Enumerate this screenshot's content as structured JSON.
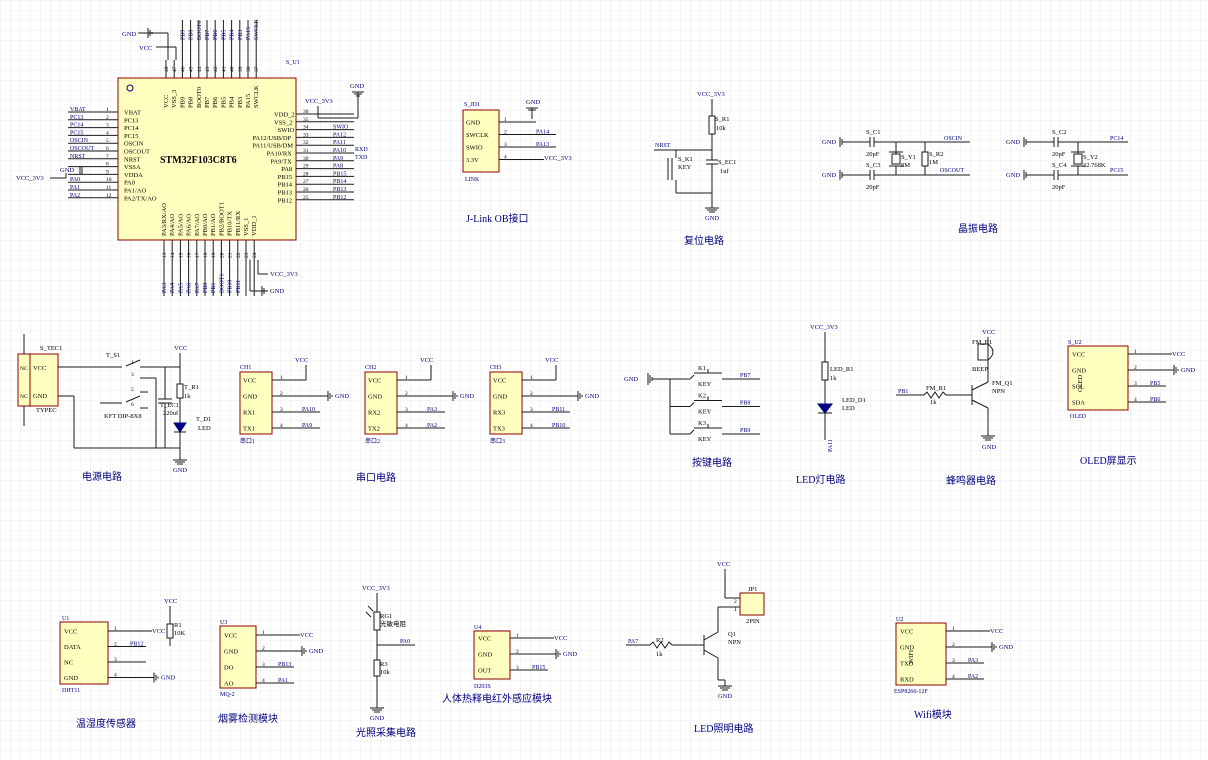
{
  "colors": {
    "grid": "#dadada",
    "wire": "#1a1a1a",
    "component_fill": "#ffffc0",
    "component_border": "#8b0000",
    "net_label": "#000080",
    "caption": "#000080"
  },
  "power": {
    "gnd": "GND",
    "vcc": "VCC",
    "vcc33": "VCC_3V3"
  },
  "mcu": {
    "ref": "S_U1",
    "part": "STM32F103C8T6",
    "left_pins": [
      {
        "n": "1",
        "name": "VBAT",
        "net": "VBAT"
      },
      {
        "n": "2",
        "name": "PC13",
        "net": "PC13"
      },
      {
        "n": "3",
        "name": "PC14",
        "net": "PC14"
      },
      {
        "n": "4",
        "name": "PC15",
        "net": "PC15"
      },
      {
        "n": "5",
        "name": "OSCIN",
        "net": "OSCIN"
      },
      {
        "n": "6",
        "name": "OSCOUT",
        "net": "OSCOUT"
      },
      {
        "n": "7",
        "name": "NRST",
        "net": "NRST"
      },
      {
        "n": "8",
        "name": "VSSA",
        "net": "GND"
      },
      {
        "n": "9",
        "name": "VDDA",
        "net": "VCC_3V3"
      },
      {
        "n": "10",
        "name": "PA0",
        "net": "PA0"
      },
      {
        "n": "11",
        "name": "PA1/AO",
        "net": "PA1"
      },
      {
        "n": "12",
        "name": "PA2/TX/AO",
        "net": "PA2"
      }
    ],
    "right_pins": [
      {
        "n": "36",
        "name": "VDD_2",
        "net": "VCC_3V3"
      },
      {
        "n": "35",
        "name": "VSS_2",
        "net": ""
      },
      {
        "n": "34",
        "name": "SWIO",
        "net": "SWIO"
      },
      {
        "n": "33",
        "name": "PA12/USB/DP",
        "net": "PA12"
      },
      {
        "n": "32",
        "name": "PA11/USB/DM",
        "net": "PA11"
      },
      {
        "n": "31",
        "name": "PA10/RX",
        "net": "PA10"
      },
      {
        "n": "30",
        "name": "PA9/TX",
        "net": "PA9"
      },
      {
        "n": "29",
        "name": "PA8",
        "net": "PA8"
      },
      {
        "n": "28",
        "name": "PB15",
        "net": "PB15"
      },
      {
        "n": "27",
        "name": "PB14",
        "net": "PB14"
      },
      {
        "n": "26",
        "name": "PB13",
        "net": "PB13"
      },
      {
        "n": "25",
        "name": "PB12",
        "net": "PB12"
      }
    ],
    "right_extra": [
      "RXD",
      "TXD"
    ],
    "top_pins": [
      {
        "n": "48",
        "name": "VCC",
        "net": ""
      },
      {
        "n": "47",
        "name": "VSS_3",
        "net": ""
      },
      {
        "n": "46",
        "name": "PB9",
        "net": "PB9"
      },
      {
        "n": "45",
        "name": "PB8",
        "net": "PB8"
      },
      {
        "n": "44",
        "name": "BOOT0",
        "net": "BOOT0"
      },
      {
        "n": "43",
        "name": "PB7",
        "net": "PB7"
      },
      {
        "n": "42",
        "name": "PB6",
        "net": "PB6"
      },
      {
        "n": "41",
        "name": "PB5",
        "net": "PB5"
      },
      {
        "n": "40",
        "name": "PB4",
        "net": "PB4"
      },
      {
        "n": "39",
        "name": "PB3",
        "net": "PB3"
      },
      {
        "n": "38",
        "name": "PA15",
        "net": "PA15"
      },
      {
        "n": "37",
        "name": "SWCLK",
        "net": "SWCLK"
      }
    ],
    "bottom_pins": [
      {
        "n": "13",
        "name": "PA3/RX/AO",
        "net": "PA3"
      },
      {
        "n": "14",
        "name": "PA4/AO",
        "net": "PA4"
      },
      {
        "n": "15",
        "name": "PA5/AO",
        "net": "PA5"
      },
      {
        "n": "16",
        "name": "PA6/AO",
        "net": "PA6"
      },
      {
        "n": "17",
        "name": "PA7/AO",
        "net": "PA7"
      },
      {
        "n": "18",
        "name": "PB0/AO",
        "net": "PB0"
      },
      {
        "n": "19",
        "name": "PB1/AO",
        "net": "PB1"
      },
      {
        "n": "20",
        "name": "PB2/BOOT1",
        "net": "BOOT1"
      },
      {
        "n": "21",
        "name": "PB10/TX",
        "net": "PB10"
      },
      {
        "n": "22",
        "name": "PB11/RX",
        "net": "PB11"
      },
      {
        "n": "23",
        "name": "VSS_1",
        "net": ""
      },
      {
        "n": "24",
        "name": "VDD_1",
        "net": ""
      }
    ]
  },
  "jlink": {
    "ref": "S_JD1",
    "part": "LINK",
    "pins": [
      {
        "n": "1",
        "name": "GND",
        "net": "GND"
      },
      {
        "n": "2",
        "name": "SWCLK",
        "net": "PA14"
      },
      {
        "n": "3",
        "name": "SWIO",
        "net": "PA13"
      },
      {
        "n": "4",
        "name": "3.3V",
        "net": "VCC_3V3"
      }
    ],
    "caption": "J-Link OB接口"
  },
  "reset": {
    "r": "S_R1",
    "rv": "10k",
    "key": "S_K1",
    "keyp": "KEY",
    "cap": "S_EC1",
    "capv": "1uf",
    "net": "NRST",
    "caption": "复位电路"
  },
  "crystal": {
    "c1": "S_C1",
    "c2": "S_C2",
    "c3": "S_C3",
    "c4": "S_C4",
    "cv": "20pF",
    "y1": "S_Y1",
    "y1v": "8M",
    "y2": "S_Y2",
    "y2v": "32.768K",
    "r2": "S_R2",
    "r2v": "1M",
    "nets": [
      "OSCIN",
      "OSCOUT",
      "PC14",
      "PC15"
    ],
    "caption": "晶振电路"
  },
  "power_supply": {
    "conn": "S_TEC1",
    "conn_type": "TYPEC",
    "sw": "T_S1",
    "sw_type": "KFT DIP-8X8",
    "ec": "T_EC1",
    "ecv": "220uf",
    "r": "T_R1",
    "rv": "1k",
    "led": "T_D1",
    "ledp": "LED",
    "pins": [
      "VCC",
      "GND"
    ],
    "nc": "NC",
    "caption": "电源电路"
  },
  "uart": {
    "boards": [
      {
        "ref": "CH1",
        "sub": "串口1",
        "pins": [
          "VCC",
          "GND",
          "RX1",
          "TX1"
        ],
        "nets": [
          "VCC",
          "GND",
          "PA10",
          "PA9"
        ]
      },
      {
        "ref": "CH2",
        "sub": "串口2",
        "pins": [
          "VCC",
          "GND",
          "RX2",
          "TX2"
        ],
        "nets": [
          "VCC",
          "GND",
          "PA3",
          "PA2"
        ]
      },
      {
        "ref": "CH3",
        "sub": "串口3",
        "pins": [
          "VCC",
          "GND",
          "RX3",
          "TX3"
        ],
        "nets": [
          "VCC",
          "GND",
          "PB11",
          "PB10"
        ]
      }
    ],
    "caption": "串口电路"
  },
  "keys": {
    "refs": [
      "K1",
      "K2",
      "K3"
    ],
    "part": "KEY",
    "nets": [
      "PB7",
      "PB8",
      "PB9"
    ],
    "caption": "按键电路"
  },
  "led": {
    "r": "LED_R1",
    "rv": "1k",
    "d": "LED_D1",
    "dp": "LED",
    "net": "PA11",
    "caption": "LED灯电路"
  },
  "buzzer": {
    "b": "FM_B1",
    "bp": "BEEP",
    "r": "FM_R1",
    "rv": "1k",
    "q": "FM_Q1",
    "qp": "NPN",
    "net": "PB1",
    "caption": "蜂鸣器电路"
  },
  "oled": {
    "ref": "S_U2",
    "part": "OLED",
    "pins": [
      "VCC",
      "GND",
      "SCL",
      "SDA"
    ],
    "nets": [
      "VCC",
      "GND",
      "PB5",
      "PB6"
    ],
    "caption": "OLED屏显示"
  },
  "dht": {
    "ref": "U1",
    "part": "DHT11",
    "r": "R1",
    "rv": "10K",
    "pins": [
      "VCC",
      "DATA",
      "NC",
      "GND"
    ],
    "nets": [
      "VCC",
      "PB12",
      "",
      "GND"
    ],
    "caption": "温湿度传感器"
  },
  "mq2": {
    "ref": "U3",
    "part": "MQ-2",
    "pins": [
      "VCC",
      "GND",
      "DO",
      "AO"
    ],
    "nets": [
      "VCC",
      "GND",
      "PB13",
      "PA1"
    ],
    "caption": "烟雾检测模块"
  },
  "ldr": {
    "rg": "RG1",
    "rgp": "光敏电阻",
    "r": "R3",
    "rv": "10k",
    "net": "PA0",
    "caption": "光照采集电路"
  },
  "pir": {
    "ref": "U4",
    "part": "D203S",
    "pins": [
      "VCC",
      "GND",
      "OUT"
    ],
    "nets": [
      "VCC",
      "GND",
      "PB15"
    ],
    "caption": "人体热释电红外感应模块"
  },
  "light": {
    "jp": "JP1",
    "jpp": "2PIN",
    "r": "R2",
    "rv": "1k",
    "q": "Q1",
    "qp": "NPN",
    "net": "PA7",
    "caption": "LED照明电路"
  },
  "wifi": {
    "ref": "U2",
    "part": "ESP8266-12F",
    "body": "WIFI",
    "pins": [
      "VCC",
      "GND",
      "TXD",
      "RXD"
    ],
    "nets": [
      "VCC",
      "GND",
      "PA3",
      "PA2"
    ],
    "caption": "Wifi模块"
  }
}
